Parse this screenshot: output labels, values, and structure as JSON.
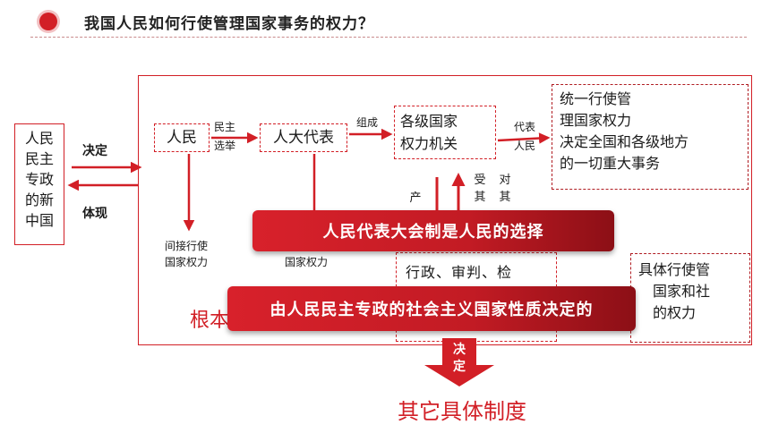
{
  "header": {
    "title": "我国人民如何行使管理国家事务的权力？"
  },
  "left": {
    "china_text": "人民民主专政的新中国",
    "china_lines": [
      "人民",
      "民主",
      "专政",
      "的新",
      "中国"
    ],
    "decide_label": "决定",
    "reflect_label": "体现"
  },
  "flow": {
    "people": "人民",
    "election_label_1": "民主",
    "election_label_2": "选举",
    "npc": "人大代表",
    "compose_label": "组成",
    "organs_line1": "各级国家",
    "organs_line2": "权力机关",
    "represent_label_1": "代表",
    "represent_label_2": "人民",
    "unify_lines": [
      "统一行使管",
      "理国家权力",
      "决定全国和各级地方",
      "的一切重大事务"
    ],
    "indirect_line1": "间接行使",
    "indirect_line2": "国家权力",
    "npc_sub": "国家权力",
    "produce_char": "产",
    "supervised_chars": [
      "受",
      "其"
    ],
    "responsible_chars": [
      "对",
      "其"
    ],
    "admin_text": "行政、审判、检",
    "specific_lines": [
      "具体行使管",
      "国家和社",
      "的权力"
    ]
  },
  "banners": {
    "top": "人民代表大会制是人民的选择",
    "bottom": "由人民民主专政的社会主义国家性质决定的"
  },
  "bottom": {
    "root_text": "根本",
    "decide_chars": [
      "决",
      "定"
    ],
    "other_systems": "其它具体制度"
  }
}
